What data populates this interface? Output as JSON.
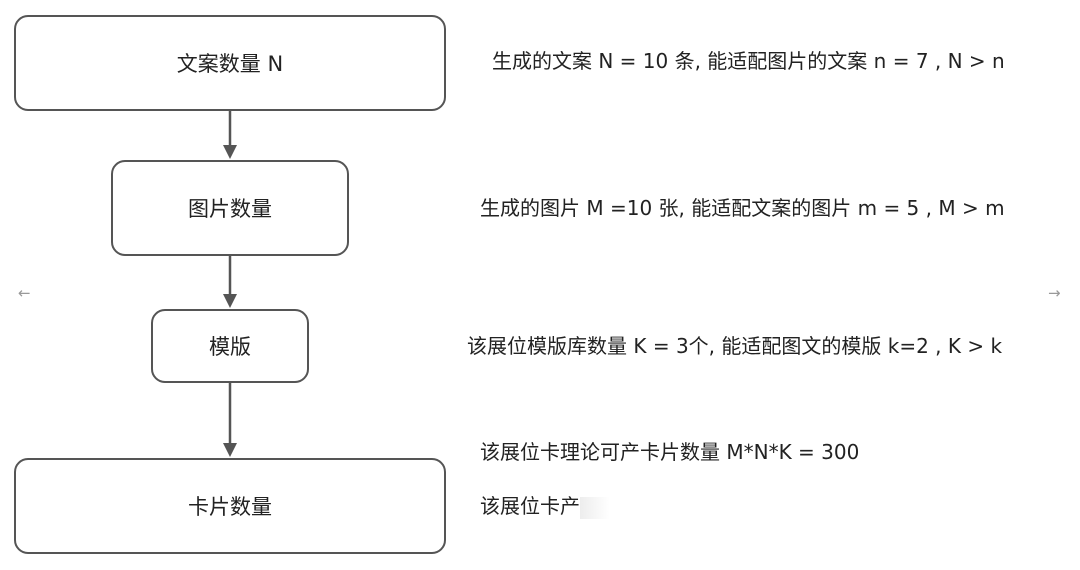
{
  "nodes": [
    {
      "id": "copy-count",
      "label": "文案数量  N"
    },
    {
      "id": "image-count",
      "label": "图片数量"
    },
    {
      "id": "template",
      "label": "模版"
    },
    {
      "id": "card-count",
      "label": "卡片数量"
    }
  ],
  "notes": {
    "copy": "生成的文案 N = 10 条, 能适配图片的文案 n = 7 ,  N > n",
    "image": "生成的图片 M =10  张, 能适配文案的图片 m = 5 ,  M > m",
    "template": "该展位模版库数量  K = 3个, 能适配图文的模版 k=2 ,  K > k",
    "theoretical": "该展位卡理论可产卡片数量    M*N*K = 300",
    "actual": "该展位卡产"
  },
  "nav": {
    "prev": "←",
    "next": "→"
  },
  "colors": {
    "border": "#555555",
    "arrow": "#555555",
    "text": "#222222"
  }
}
